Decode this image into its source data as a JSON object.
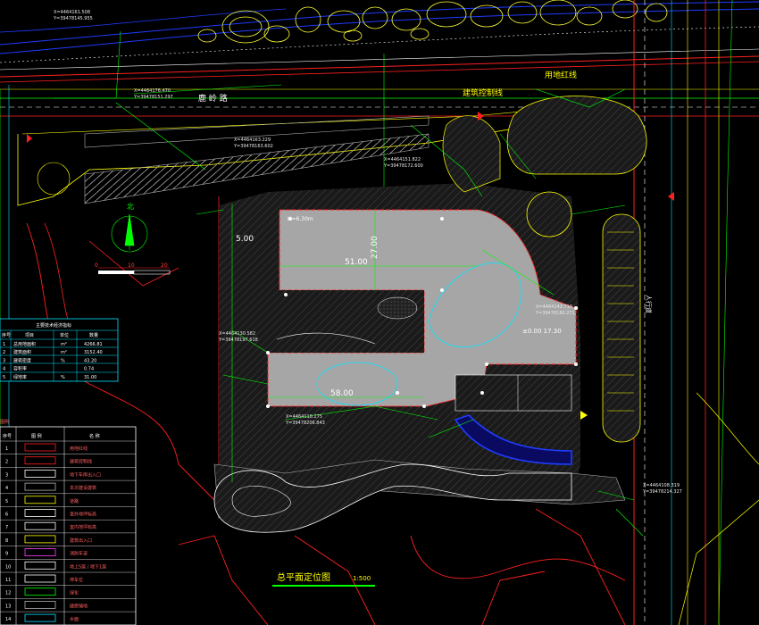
{
  "labels": {
    "road_top": "鹿 岭 路",
    "building_line": "建筑控制线",
    "land_line": "用地红线",
    "north": "北",
    "scale_ticks": [
      "0",
      "10",
      "20"
    ],
    "drawing_title": "总平面定位图",
    "drawing_scale": "1:500",
    "building_floor": "H=6.30m",
    "dim_width": "51.00",
    "dim_height": "27.00",
    "dim_short": "5.00",
    "elev_label": "±0.00 17.30",
    "dim_lower": "58.00",
    "road_right": "人行道"
  },
  "coords": [
    {
      "x": "X=4464161.508",
      "y": "Y=39478145.955"
    },
    {
      "x": "X=4464176.470",
      "y": "Y=39478151.297"
    },
    {
      "x": "X=4464163.229",
      "y": "Y=39478163.602"
    },
    {
      "x": "X=4464151.822",
      "y": "Y=39478172.600"
    },
    {
      "x": "X=4464142.716",
      "y": "Y=39478180.271"
    },
    {
      "x": "X=4464130.582",
      "y": "Y=39478197.618"
    },
    {
      "x": "X=4464118.275",
      "y": "Y=39478206.843"
    },
    {
      "x": "X=4464108.319",
      "y": "Y=39478214.327"
    }
  ],
  "table1": {
    "title": "主要技术经济指标",
    "headers": [
      "序号",
      "项目",
      "单位",
      "数量"
    ],
    "rows": [
      [
        "1",
        "总用地面积",
        "m²",
        "4266.81"
      ],
      [
        "2",
        "建筑面积",
        "m²",
        "3152.40"
      ],
      [
        "3",
        "建筑密度",
        "%",
        "43.20"
      ],
      [
        "4",
        "容积率",
        "",
        "0.74"
      ],
      [
        "5",
        "绿地率",
        "%",
        "31.00"
      ]
    ]
  },
  "table2": {
    "title": "图例",
    "headers": [
      "序号",
      "图 例",
      "名 称"
    ],
    "rows": [
      [
        "1",
        "用地红线"
      ],
      [
        "2",
        "建筑控制线"
      ],
      [
        "3",
        "地下车库出入口"
      ],
      [
        "4",
        "本次建设建筑"
      ],
      [
        "5",
        "道路"
      ],
      [
        "6",
        "室外地坪标高"
      ],
      [
        "7",
        "室内地坪标高"
      ],
      [
        "8",
        "建筑出入口"
      ],
      [
        "9",
        "消防车道"
      ],
      [
        "10",
        "地上5层 / 地下1层"
      ],
      [
        "11",
        "停车位"
      ],
      [
        "12",
        "绿化"
      ],
      [
        "13",
        "硬质铺地"
      ],
      [
        "14",
        "水面"
      ]
    ]
  },
  "colors": {
    "background": "#000000",
    "building_fill": "#a6a6a6",
    "hatch": "#3a3a3a",
    "green": "#00ff00",
    "yellow": "#ffff00",
    "red": "#ff2020",
    "cyan": "#00e5ff",
    "blue": "#1e3cff",
    "magenta": "#ff40ff"
  }
}
